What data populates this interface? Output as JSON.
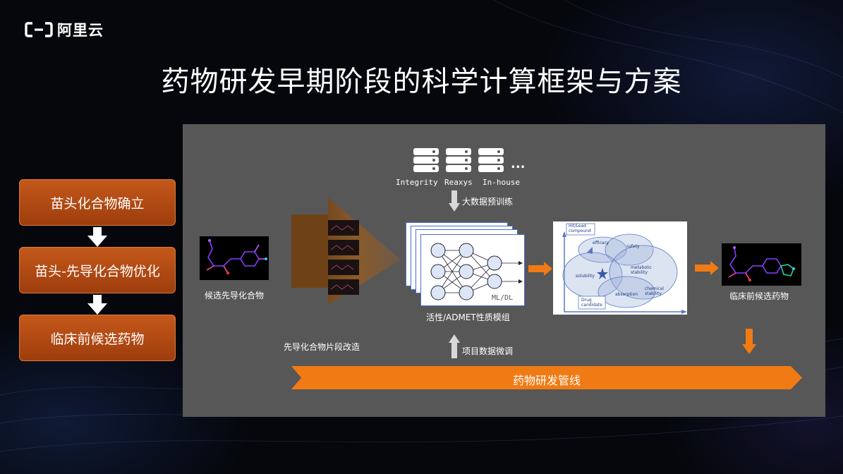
{
  "brand": {
    "name": "阿里云"
  },
  "title": "药物研发早期阶段的科学计算框架与方案",
  "steps": [
    {
      "label": "苗头化合物确立"
    },
    {
      "label": "苗头-先导化合物优化"
    },
    {
      "label": "临床前候选药物"
    }
  ],
  "panel": {
    "candidate_label": "候选先导化合物",
    "fragment_label": "先导化合物片段改造",
    "databases": [
      "Integrity",
      "Reaxys",
      "In-house"
    ],
    "databases_more": "...",
    "pretrain_label": "大数据预训练",
    "finetune_label": "项目数据微调",
    "model_tag": "ML/DL",
    "model_label": "活性/ADMET性质模组",
    "property_diagram": {
      "hit_lead": "Hit/Lead compound",
      "efficacy": "efficacy",
      "safety": "safety",
      "solubility": "solubility",
      "metabolic": "metabolic stability",
      "chemical": "chemical stability",
      "absorption": "absorption",
      "drug_candidate": "Drug candidate"
    },
    "output_label": "临床前候选药物",
    "pipeline_label": "药物研发管线"
  },
  "colors": {
    "accent": "#f07a14",
    "step": "#b34a12",
    "panel": "#575757"
  }
}
